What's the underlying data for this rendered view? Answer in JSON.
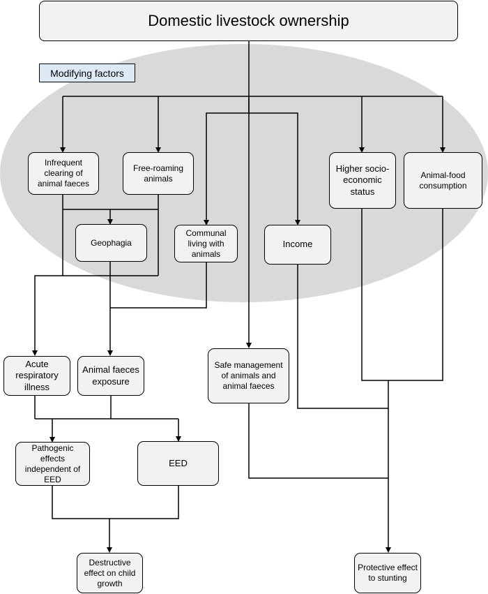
{
  "title": "Domestic livestock ownership",
  "modifying_factors_label": "Modifying factors",
  "nodes": {
    "infrequent_clearing": "Infrequent clearing of animal faeces",
    "free_roaming": "Free-roaming animals",
    "higher_ses": "Higher socio-economic status",
    "animal_food": "Animal-food consumption",
    "geophagia": "Geophagia",
    "communal_living": "Communal living with animals",
    "income": "Income",
    "acute_respiratory": "Acute respiratory illness",
    "animal_faeces_exposure": "Animal faeces exposure",
    "safe_management": "Safe management of animals and animal faeces",
    "pathogenic_effects": "Pathogenic effects independent of EED",
    "eed": "EED",
    "destructive_effect": "Destructive effect on child growth",
    "protective_effect": "Protective effect to stunting"
  },
  "colors": {
    "ellipse_fill": "#d9d9d9",
    "box_fill": "#f2f2f2",
    "label_fill": "#ddeaf6",
    "line": "#000000"
  }
}
